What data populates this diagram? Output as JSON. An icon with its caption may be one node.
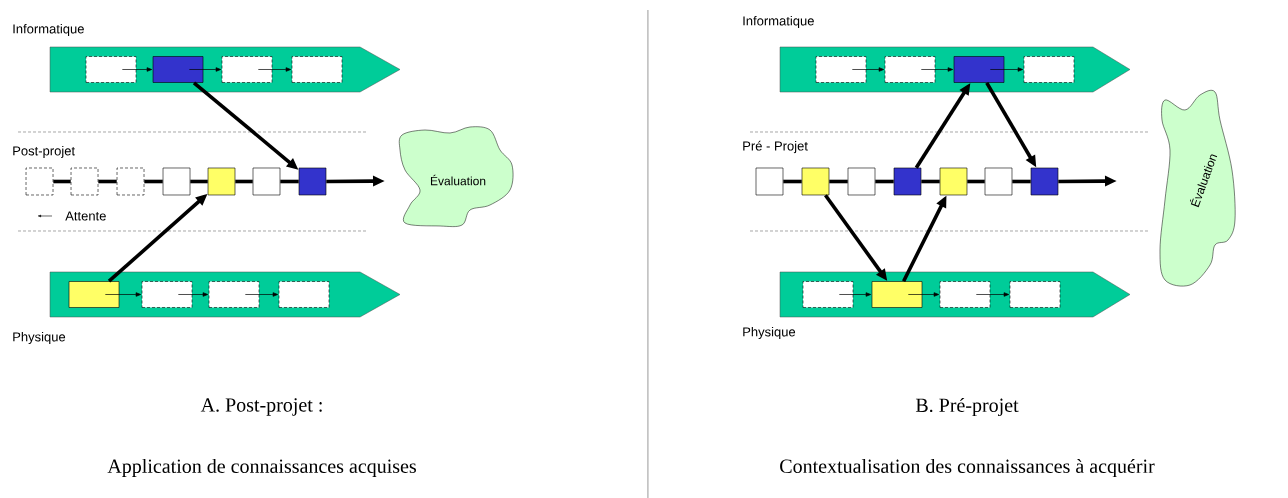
{
  "diagram": {
    "nodes": [
      {
        "text": [
          "Informatique"
        ]
      },
      {
        "text": [],
        "shape": "box",
        "in": 0
      },
      {
        "text": [],
        "shape": "box",
        "in": 0
      },
      {
        "text": [],
        "shape": "box",
        "in": 0
      },
      {
        "text": [],
        "shape": "box",
        "in": 0
      },
      {
        "text": [],
        "shape": "box"
      },
      {
        "text": [],
        "shape": "box"
      },
      {
        "text": [],
        "shape": "box"
      },
      {
        "text": [],
        "shape": "box"
      },
      {
        "text": [],
        "shape": "box"
      },
      {
        "text": [],
        "shape": "box"
      },
      {
        "text": [],
        "shape": "box"
      },
      {
        "text": [
          "Évaluation"
        ]
      },
      {
        "text": [
          "Physique"
        ]
      },
      {
        "text": [],
        "shape": "box",
        "in": 13
      },
      {
        "text": [],
        "shape": "box",
        "in": 13
      },
      {
        "text": [],
        "shape": "box",
        "in": 13
      },
      {
        "text": [],
        "shape": "box",
        "in": 13
      },
      {
        "text": [
          "Informatique"
        ]
      },
      {
        "text": [],
        "shape": "box",
        "in": 18
      },
      {
        "text": [],
        "shape": "box",
        "in": 18
      },
      {
        "text": [],
        "shape": "box",
        "in": 18
      },
      {
        "text": [],
        "shape": "box",
        "in": 18
      },
      {
        "text": [],
        "shape": "box"
      },
      {
        "text": [],
        "shape": "box"
      },
      {
        "text": [],
        "shape": "box"
      },
      {
        "text": [],
        "shape": "box"
      },
      {
        "text": [],
        "shape": "box"
      },
      {
        "text": [],
        "shape": "box"
      },
      {
        "text": [],
        "shape": "box"
      },
      {
        "text": [
          "Évaluation"
        ]
      },
      {
        "text": [
          "Physique"
        ]
      },
      {
        "text": [],
        "shape": "box",
        "in": 31
      },
      {
        "text": [],
        "shape": "box",
        "in": 31
      },
      {
        "text": [],
        "shape": "box",
        "in": 31
      },
      {
        "text": [],
        "shape": "box",
        "in": 31
      }
    ],
    "edges": [
      {
        "from": 1,
        "to": 2,
        "arrow": "to"
      },
      {
        "from": 2,
        "to": 3,
        "arrow": "to"
      },
      {
        "from": 3,
        "to": 4,
        "arrow": "to"
      },
      {
        "from": 5,
        "to": 6,
        "arrow": "none"
      },
      {
        "from": 6,
        "to": 7,
        "arrow": "none"
      },
      {
        "from": 7,
        "to": 8,
        "arrow": "none"
      },
      {
        "from": 8,
        "to": 9,
        "arrow": "none"
      },
      {
        "from": 9,
        "to": 10,
        "arrow": "none"
      },
      {
        "from": 10,
        "to": 11,
        "arrow": "none"
      },
      {
        "from": 11,
        "to": null,
        "arrow": "to"
      },
      {
        "from": 2,
        "to": 11,
        "arrow": "to"
      },
      {
        "from": 14,
        "to": 9,
        "arrow": "to"
      },
      {
        "from": 14,
        "to": 15,
        "arrow": "to"
      },
      {
        "from": 15,
        "to": 16,
        "arrow": "to"
      },
      {
        "from": 16,
        "to": 17,
        "arrow": "to"
      },
      {
        "from": 19,
        "to": 20,
        "arrow": "to"
      },
      {
        "from": 20,
        "to": 21,
        "arrow": "to"
      },
      {
        "from": 21,
        "to": 22,
        "arrow": "to"
      },
      {
        "from": 23,
        "to": 24,
        "arrow": "none"
      },
      {
        "from": 24,
        "to": 25,
        "arrow": "none"
      },
      {
        "from": 25,
        "to": 26,
        "arrow": "none"
      },
      {
        "from": 26,
        "to": 27,
        "arrow": "none"
      },
      {
        "from": 27,
        "to": 28,
        "arrow": "none"
      },
      {
        "from": 28,
        "to": 29,
        "arrow": "none"
      },
      {
        "from": 29,
        "to": null,
        "arrow": "to"
      },
      {
        "from": 24,
        "to": 33,
        "arrow": "to"
      },
      {
        "from": 33,
        "to": 27,
        "arrow": "to"
      },
      {
        "from": 26,
        "to": 21,
        "arrow": "to"
      },
      {
        "from": 21,
        "to": 29,
        "arrow": "to"
      },
      {
        "from": 32,
        "to": 33,
        "arrow": "to"
      },
      {
        "from": 33,
        "to": 34,
        "arrow": "to"
      },
      {
        "from": 34,
        "to": 35,
        "arrow": "to"
      }
    ],
    "labels": [
      "Post-projet",
      "Attente",
      "A. Post-projet :",
      "Application de connaissances acquises",
      "Pré - Projet",
      "B. Pré-projet",
      "Contextualisation des connaissances à acquérir"
    ]
  }
}
